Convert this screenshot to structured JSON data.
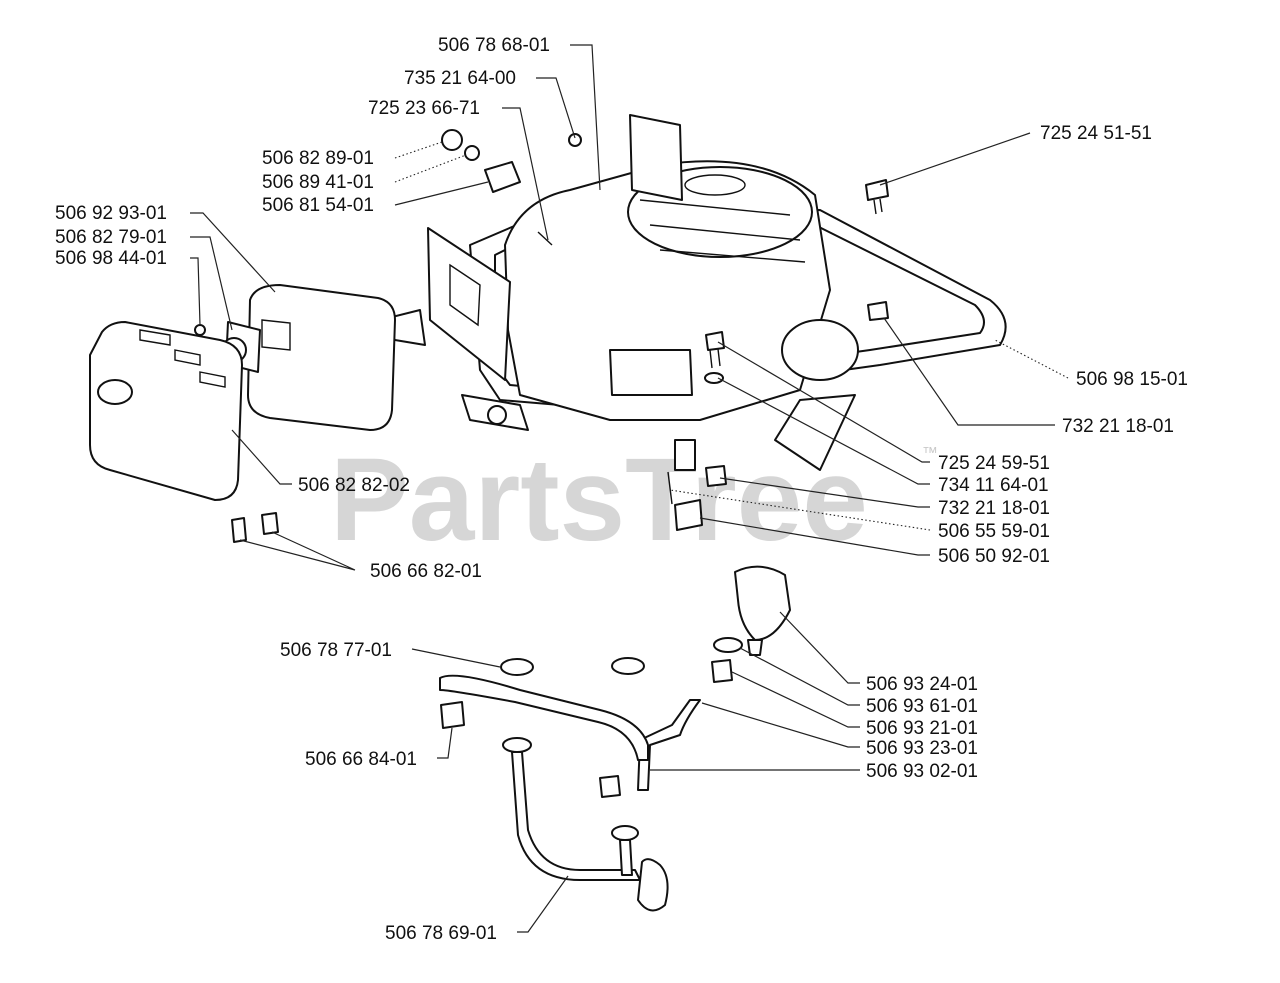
{
  "watermark": {
    "text": "PartsTree",
    "tm": "™"
  },
  "callouts": [
    {
      "id": "c1",
      "number": "506 78 68-01"
    },
    {
      "id": "c2",
      "number": "735 21 64-00"
    },
    {
      "id": "c3",
      "number": "725 23 66-71"
    },
    {
      "id": "c4",
      "number": "725 24 51-51"
    },
    {
      "id": "c5",
      "number": "506 82 89-01"
    },
    {
      "id": "c6",
      "number": "506 89 41-01"
    },
    {
      "id": "c7",
      "number": "506 81 54-01"
    },
    {
      "id": "c8",
      "number": "506 92 93-01"
    },
    {
      "id": "c9",
      "number": "506 82 79-01"
    },
    {
      "id": "c10",
      "number": "506 98 44-01"
    },
    {
      "id": "c11",
      "number": "506 98 15-01"
    },
    {
      "id": "c12",
      "number": "732 21 18-01"
    },
    {
      "id": "c13",
      "number": "725 24 59-51"
    },
    {
      "id": "c14",
      "number": "734 11 64-01"
    },
    {
      "id": "c15",
      "number": "732 21 18-01"
    },
    {
      "id": "c16",
      "number": "506 82 82-02"
    },
    {
      "id": "c17",
      "number": "506 55 59-01"
    },
    {
      "id": "c18",
      "number": "506 50 92-01"
    },
    {
      "id": "c19",
      "number": "506 66 82-01"
    },
    {
      "id": "c20",
      "number": "506 78 77-01"
    },
    {
      "id": "c21",
      "number": "506 93 24-01"
    },
    {
      "id": "c22",
      "number": "506 93 61-01"
    },
    {
      "id": "c23",
      "number": "506 93 21-01"
    },
    {
      "id": "c24",
      "number": "506 93 23-01"
    },
    {
      "id": "c25",
      "number": "506 66 84-01"
    },
    {
      "id": "c26",
      "number": "506 93 02-01"
    },
    {
      "id": "c27",
      "number": "506 78 69-01"
    }
  ]
}
